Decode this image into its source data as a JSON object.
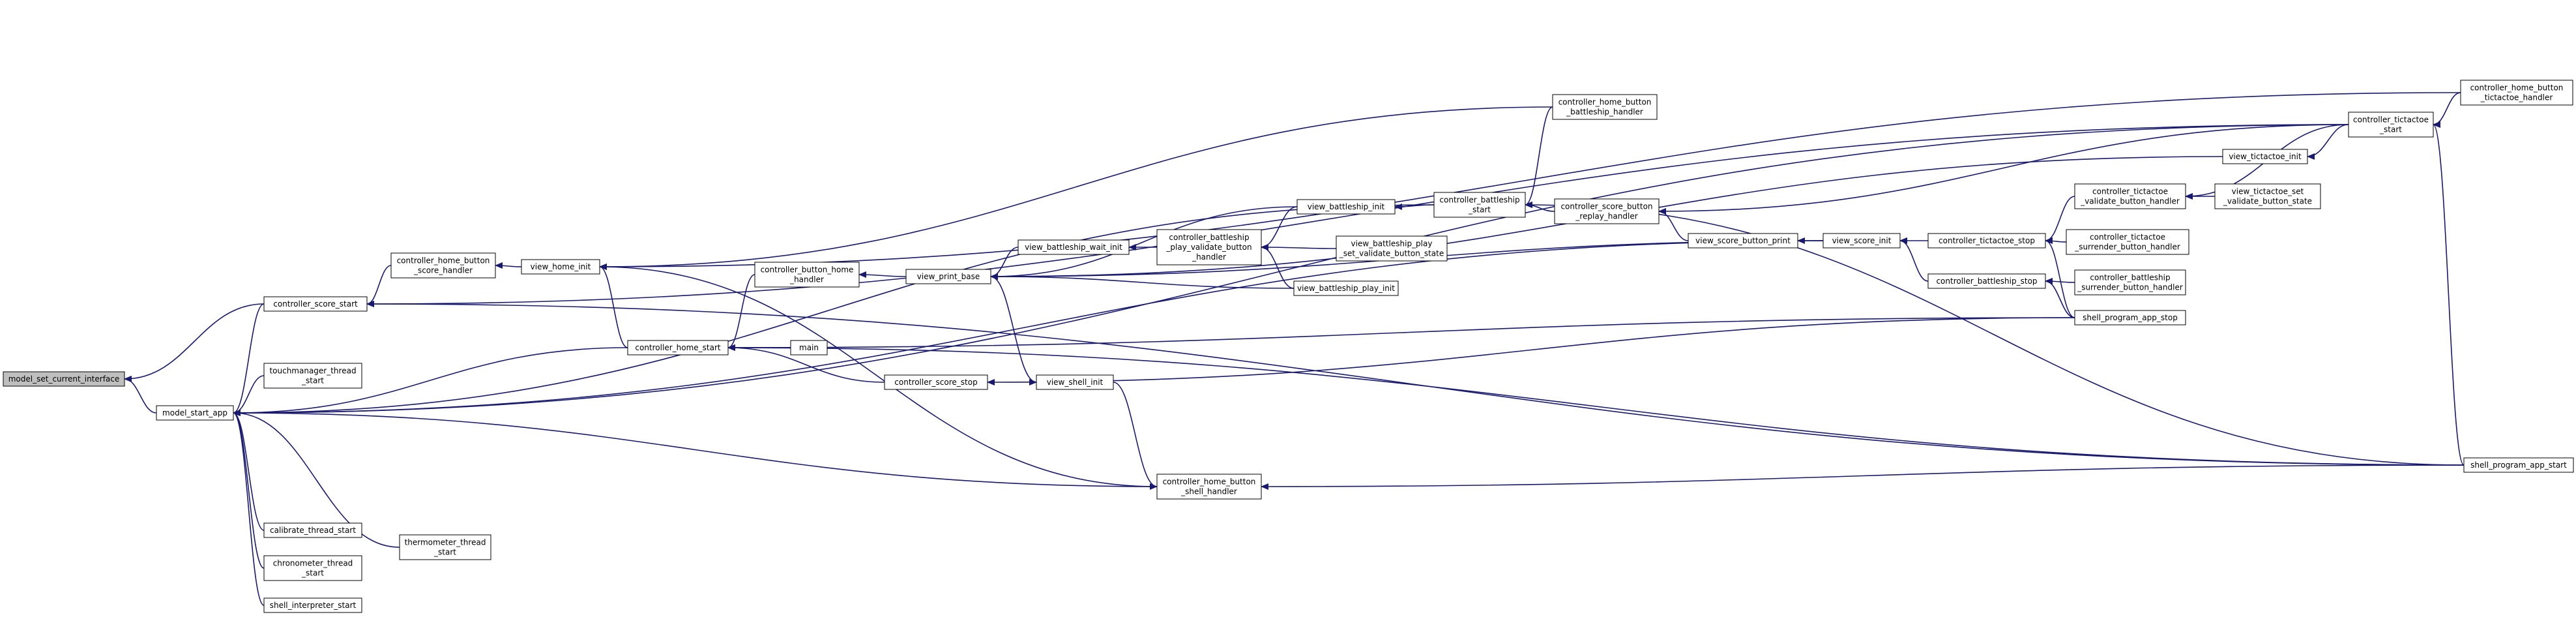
{
  "nodes": [
    {
      "id": "model_set_current_interface",
      "lines": [
        "model_set_current_interface"
      ],
      "root": true
    },
    {
      "id": "model_start_app",
      "lines": [
        "model_start_app"
      ]
    },
    {
      "id": "controller_score_start",
      "lines": [
        "controller_score_start"
      ]
    },
    {
      "id": "touchmanager_thread_start",
      "lines": [
        "touchmanager_thread",
        "_start"
      ]
    },
    {
      "id": "calibrate_thread_start",
      "lines": [
        "calibrate_thread_start"
      ]
    },
    {
      "id": "chronometer_thread_start",
      "lines": [
        "chronometer_thread",
        "_start"
      ]
    },
    {
      "id": "shell_interpreter_start",
      "lines": [
        "shell_interpreter_start"
      ]
    },
    {
      "id": "thermometer_thread_start",
      "lines": [
        "thermometer_thread",
        "_start"
      ]
    },
    {
      "id": "controller_home_button_score_handler",
      "lines": [
        "controller_home_button",
        "_score_handler"
      ]
    },
    {
      "id": "view_home_init",
      "lines": [
        "view_home_init"
      ]
    },
    {
      "id": "controller_home_start",
      "lines": [
        "controller_home_start"
      ]
    },
    {
      "id": "controller_button_home_handler",
      "lines": [
        "controller_button_home",
        "_handler"
      ]
    },
    {
      "id": "main",
      "lines": [
        "main"
      ]
    },
    {
      "id": "controller_score_stop",
      "lines": [
        "controller_score_stop"
      ]
    },
    {
      "id": "view_shell_init",
      "lines": [
        "view_shell_init"
      ]
    },
    {
      "id": "controller_home_button_shell_handler",
      "lines": [
        "controller_home_button",
        "_shell_handler"
      ]
    },
    {
      "id": "view_print_base",
      "lines": [
        "view_print_base"
      ]
    },
    {
      "id": "view_battleship_wait_init",
      "lines": [
        "view_battleship_wait_init"
      ]
    },
    {
      "id": "controller_battleship_play_validate_button_handler",
      "lines": [
        "controller_battleship",
        "_play_validate_button",
        "_handler"
      ]
    },
    {
      "id": "view_battleship_init",
      "lines": [
        "view_battleship_init"
      ]
    },
    {
      "id": "view_battleship_play_set_validate_button_state",
      "lines": [
        "view_battleship_play",
        "_set_validate_button_state"
      ]
    },
    {
      "id": "view_battleship_play_init",
      "lines": [
        "view_battleship_play_init"
      ]
    },
    {
      "id": "controller_home_button_battleship_handler",
      "lines": [
        "controller_home_button",
        "_battleship_handler"
      ]
    },
    {
      "id": "controller_battleship_start",
      "lines": [
        "controller_battleship",
        "_start"
      ]
    },
    {
      "id": "controller_score_button_replay_handler",
      "lines": [
        "controller_score_button",
        "_replay_handler"
      ]
    },
    {
      "id": "view_score_button_print",
      "lines": [
        "view_score_button_print"
      ]
    },
    {
      "id": "view_score_init",
      "lines": [
        "view_score_init"
      ]
    },
    {
      "id": "controller_tictactoe_stop",
      "lines": [
        "controller_tictactoe_stop"
      ]
    },
    {
      "id": "controller_battleship_stop",
      "lines": [
        "controller_battleship_stop"
      ]
    },
    {
      "id": "controller_tictactoe_validate_button_handler",
      "lines": [
        "controller_tictactoe",
        "_validate_button_handler"
      ]
    },
    {
      "id": "view_tictactoe_set_validate_button_state",
      "lines": [
        "view_tictactoe_set",
        "_validate_button_state"
      ]
    },
    {
      "id": "controller_tictactoe_surrender_button_handler",
      "lines": [
        "controller_tictactoe",
        "_surrender_button_handler"
      ]
    },
    {
      "id": "controller_battleship_surrender_button_handler",
      "lines": [
        "controller_battleship",
        "_surrender_button_handler"
      ]
    },
    {
      "id": "shell_program_app_stop",
      "lines": [
        "shell_program_app_stop"
      ]
    },
    {
      "id": "view_tictactoe_init",
      "lines": [
        "view_tictactoe_init"
      ]
    },
    {
      "id": "controller_tictactoe_start",
      "lines": [
        "controller_tictactoe",
        "_start"
      ]
    },
    {
      "id": "controller_home_button_tictactoe_handler",
      "lines": [
        "controller_home_button",
        "_tictactoe_handler"
      ]
    },
    {
      "id": "shell_program_app_start",
      "lines": [
        "shell_program_app_start"
      ]
    }
  ],
  "edges": [
    [
      "model_set_current_interface",
      "model_start_app"
    ],
    [
      "model_set_current_interface",
      "controller_score_start"
    ],
    [
      "model_start_app",
      "controller_score_start"
    ],
    [
      "model_start_app",
      "touchmanager_thread_start"
    ],
    [
      "model_start_app",
      "calibrate_thread_start"
    ],
    [
      "model_start_app",
      "chronometer_thread_start"
    ],
    [
      "model_start_app",
      "shell_interpreter_start"
    ],
    [
      "model_start_app",
      "thermometer_thread_start"
    ],
    [
      "model_start_app",
      "controller_home_start"
    ],
    [
      "model_start_app",
      "controller_home_button_shell_handler"
    ],
    [
      "model_start_app",
      "controller_battleship_start"
    ],
    [
      "model_start_app",
      "controller_tictactoe_start"
    ],
    [
      "model_start_app",
      "view_score_init"
    ],
    [
      "controller_score_start",
      "controller_home_button_score_handler"
    ],
    [
      "controller_score_start",
      "controller_tictactoe_start"
    ],
    [
      "controller_score_start",
      "shell_program_app_start"
    ],
    [
      "controller_home_button_score_handler",
      "view_home_init"
    ],
    [
      "view_home_init",
      "controller_home_button_battleship_handler"
    ],
    [
      "view_home_init",
      "controller_home_button_tictactoe_handler"
    ],
    [
      "view_home_init",
      "controller_home_start"
    ],
    [
      "view_home_init",
      "controller_home_button_shell_handler"
    ],
    [
      "controller_home_start",
      "controller_button_home_handler"
    ],
    [
      "controller_home_start",
      "main"
    ],
    [
      "controller_home_start",
      "controller_score_stop"
    ],
    [
      "controller_home_start",
      "shell_program_app_stop"
    ],
    [
      "controller_home_start",
      "shell_program_app_start"
    ],
    [
      "controller_button_home_handler",
      "view_print_base"
    ],
    [
      "controller_score_stop",
      "shell_program_app_stop"
    ],
    [
      "view_shell_init",
      "view_print_base"
    ],
    [
      "controller_home_button_shell_handler",
      "view_shell_init"
    ],
    [
      "controller_home_button_shell_handler",
      "shell_program_app_start"
    ],
    [
      "view_print_base",
      "view_battleship_wait_init"
    ],
    [
      "view_print_base",
      "view_battleship_init"
    ],
    [
      "view_print_base",
      "view_battleship_play_init"
    ],
    [
      "view_print_base",
      "view_tictactoe_init"
    ],
    [
      "view_print_base",
      "view_score_init"
    ],
    [
      "view_battleship_wait_init",
      "controller_battleship_play_validate_button_handler"
    ],
    [
      "controller_battleship_play_validate_button_handler",
      "view_battleship_init"
    ],
    [
      "controller_battleship_play_validate_button_handler",
      "view_battleship_play_set_validate_button_state"
    ],
    [
      "controller_battleship_play_validate_button_handler",
      "view_battleship_play_init"
    ],
    [
      "view_battleship_init",
      "controller_battleship_start"
    ],
    [
      "controller_battleship_start",
      "controller_home_button_battleship_handler"
    ],
    [
      "controller_battleship_start",
      "controller_score_button_replay_handler"
    ],
    [
      "controller_battleship_start",
      "shell_program_app_start"
    ],
    [
      "controller_score_button_replay_handler",
      "view_score_button_print"
    ],
    [
      "controller_score_button_replay_handler",
      "controller_tictactoe_start"
    ],
    [
      "view_score_button_print",
      "view_score_init"
    ],
    [
      "view_score_init",
      "controller_tictactoe_stop"
    ],
    [
      "view_score_init",
      "controller_battleship_stop"
    ],
    [
      "controller_tictactoe_stop",
      "controller_tictactoe_validate_button_handler"
    ],
    [
      "controller_tictactoe_stop",
      "controller_tictactoe_surrender_button_handler"
    ],
    [
      "controller_tictactoe_stop",
      "shell_program_app_stop"
    ],
    [
      "controller_battleship_stop",
      "controller_battleship_surrender_button_handler"
    ],
    [
      "controller_battleship_stop",
      "shell_program_app_stop"
    ],
    [
      "controller_tictactoe_validate_button_handler",
      "view_tictactoe_set_validate_button_state"
    ],
    [
      "controller_tictactoe_validate_button_handler",
      "controller_tictactoe_start"
    ],
    [
      "view_tictactoe_init",
      "controller_tictactoe_start"
    ],
    [
      "controller_tictactoe_start",
      "controller_home_button_tictactoe_handler"
    ],
    [
      "controller_tictactoe_start",
      "shell_program_app_start"
    ]
  ],
  "colors": {
    "edge": "#191970",
    "node_border": "#000000",
    "root_fill": "#bfbfbf",
    "node_fill": "#ffffff"
  }
}
